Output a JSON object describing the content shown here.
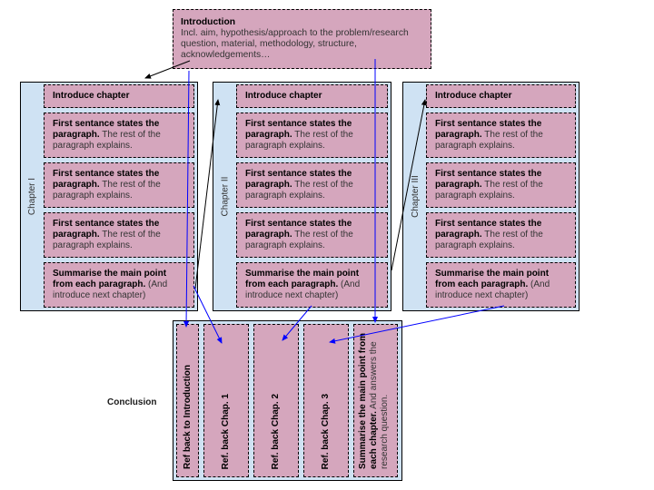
{
  "introduction": {
    "title": "Introduction",
    "text": "Incl. aim, hypothesis/approach to the problem/research question, material, methodology, structure, acknowledgements…"
  },
  "chapters": [
    {
      "label": "Chapter I",
      "items": [
        {
          "bold": "Introduce chapter",
          "rest": ""
        },
        {
          "bold": "First sentance states the paragraph.",
          "rest": " The rest of the paragraph explains."
        },
        {
          "bold": "First sentance states the paragraph.",
          "rest": " The rest of the paragraph explains."
        },
        {
          "bold": "First sentance states the paragraph.",
          "rest": " The rest of the paragraph explains."
        },
        {
          "bold": "Summarise the main point from each paragraph.",
          "rest": " (And introduce next chapter)"
        }
      ]
    },
    {
      "label": "Chapter II",
      "items": [
        {
          "bold": "Introduce chapter",
          "rest": ""
        },
        {
          "bold": "First sentance states the paragraph.",
          "rest": " The rest of the paragraph explains."
        },
        {
          "bold": "First sentance states the paragraph.",
          "rest": " The rest of the paragraph explains."
        },
        {
          "bold": "First sentance states the paragraph.",
          "rest": " The rest of the paragraph explains."
        },
        {
          "bold": "Summarise the main point from each paragraph.",
          "rest": " (And introduce next chapter)"
        }
      ]
    },
    {
      "label": "Chapter III",
      "items": [
        {
          "bold": "Introduce chapter",
          "rest": ""
        },
        {
          "bold": "First sentance states the paragraph.",
          "rest": " The rest of the paragraph explains."
        },
        {
          "bold": "First sentance states the paragraph.",
          "rest": " The rest of the paragraph explains."
        },
        {
          "bold": "First sentance states the paragraph.",
          "rest": " The rest of the paragraph explains."
        },
        {
          "bold": "Summarise the main point from each paragraph.",
          "rest": " (And introduce next chapter)"
        }
      ]
    }
  ],
  "conclusion": {
    "label": "Conclusion",
    "columns": [
      {
        "bold": "Ref back to Introduction",
        "rest": ""
      },
      {
        "bold": "Ref. back Chap. 1",
        "rest": ""
      },
      {
        "bold": "Ref. back Chap. 2",
        "rest": ""
      },
      {
        "bold": "Ref. back Chap. 3",
        "rest": ""
      },
      {
        "bold": "Summarise the main point from each chapter.",
        "rest": " And answers the research question."
      }
    ]
  },
  "colors": {
    "box_fill": "#d5a6bd",
    "chapter_fill": "#cfe2f3",
    "flow_arrow": "#0000ff",
    "chapter_arrow": "#000000"
  }
}
